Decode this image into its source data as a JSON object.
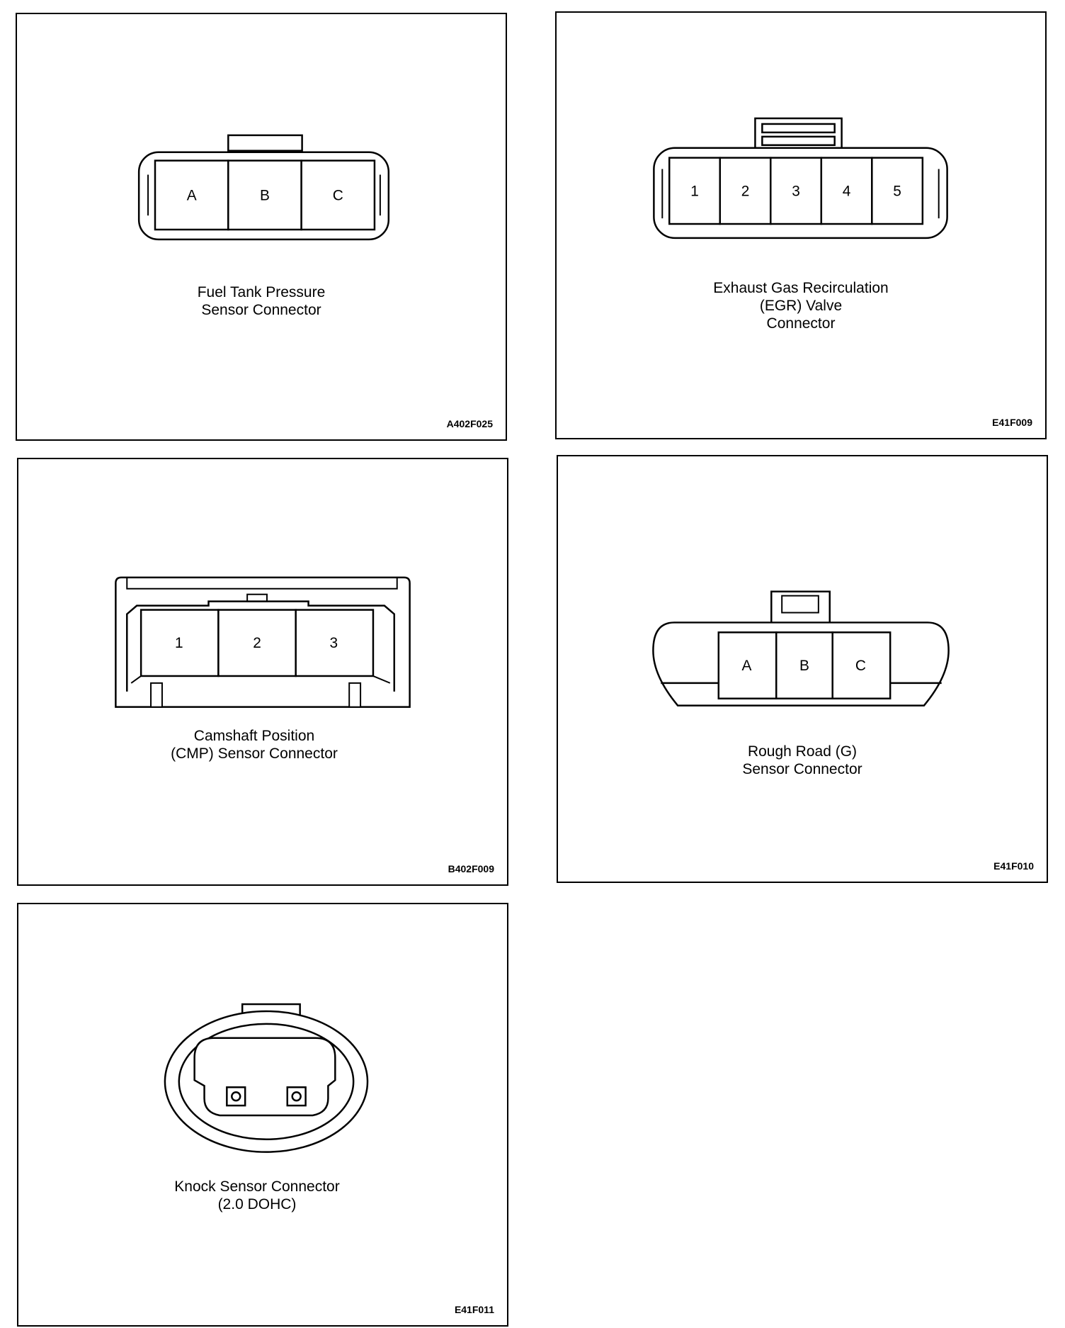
{
  "panels": {
    "fuel_tank": {
      "caption_lines": [
        "Fuel Tank Pressure",
        "Sensor Connector"
      ],
      "code": "A402F025",
      "pins": [
        "A",
        "B",
        "C"
      ]
    },
    "egr": {
      "caption_lines": [
        "Exhaust Gas Recirculation",
        "(EGR) Valve",
        "Connector"
      ],
      "code": "E41F009",
      "pins": [
        "1",
        "2",
        "3",
        "4",
        "5"
      ]
    },
    "cmp": {
      "caption_lines": [
        "Camshaft Position",
        "(CMP) Sensor Connector"
      ],
      "code": "B402F009",
      "pins": [
        "1",
        "2",
        "3"
      ]
    },
    "rough_road": {
      "caption_lines": [
        "Rough Road (G)",
        "Sensor Connector"
      ],
      "code": "E41F010",
      "pins": [
        "A",
        "B",
        "C"
      ]
    },
    "knock": {
      "caption_lines": [
        "Knock Sensor Connector",
        "(2.0 DOHC)"
      ],
      "code": "E41F011"
    }
  }
}
